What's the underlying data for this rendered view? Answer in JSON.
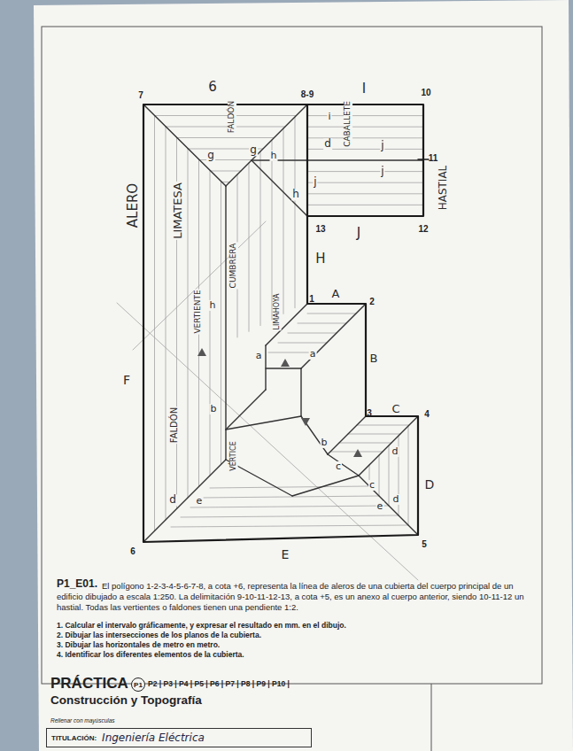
{
  "diagram": {
    "title": "PRÁCTICA",
    "nodes": [
      {
        "text": [
          "P1"
        ]
      },
      {
        "text": [
          "TITULACIÓN:",
          "Ingeniería Eléctrica"
        ]
      }
    ],
    "labels": [
      "7",
      "6",
      "8-9",
      "I",
      "10",
      "FALDÓN",
      "g",
      "g",
      "i",
      "d",
      "CABALLETE",
      "j",
      "j",
      "11",
      "HASTIAL",
      "ALERO",
      "LIMATESA",
      "h",
      "j",
      "h",
      "13",
      "J",
      "12",
      "H",
      "CUMBRERA",
      "h",
      "LIMAHOYA",
      "VERTIENTE",
      "1",
      "A",
      "2",
      "B",
      "F",
      "a",
      "a",
      "3",
      "C",
      "4",
      "FALDÓN",
      "b",
      "VÉRTICE",
      "b",
      "c",
      "c",
      "d",
      "D",
      "e",
      "d",
      "d",
      "e",
      "5",
      "6",
      "E",
      "P1_E01.",
      "El polígono 1-2-3-4-5-6-7-8, a cota +6, representa la línea de aleros de una cubierta del cuerpo principal de un edificio dibujado a escala 1:250. La delimitación 9-10-11-12-13, a cota +5, es un anexo al cuerpo anterior, siendo 10-11-12 un hastial. Todas las vertientes o faldones tienen una pendiente 1:2.",
      "1. Calcular el intervalo gráficamente, y expresar el resultado en mm. en el dibujo.",
      "2. Dibujar las intersecciones de los planos de la cubierta.",
      "3. Dibujar las horizontales de metro en metro.",
      "4. Identificar los diferentes elementos de la cubierta.",
      "P2 | P3 | P4 | P5 | P6 | P7 | P8 | P9 | P10 |",
      "Construcción y Topografía",
      "Rellenar con mayúsculas"
    ]
  }
}
